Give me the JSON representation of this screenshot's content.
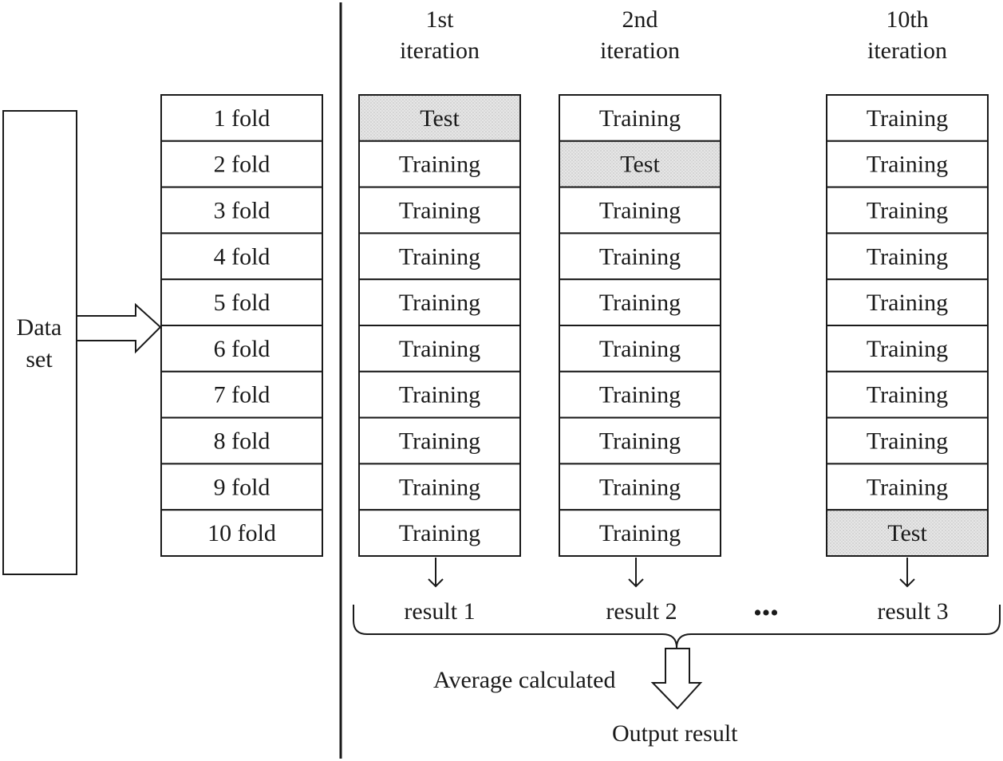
{
  "dataset": {
    "label_line1": "Data",
    "label_line2": "set"
  },
  "folds": [
    "1 fold",
    "2 fold",
    "3 fold",
    "4 fold",
    "5 fold",
    "6 fold",
    "7 fold",
    "8 fold",
    "9 fold",
    "10 fold"
  ],
  "iterations": [
    {
      "title_line1": "1st",
      "title_line2": "iteration",
      "cells": [
        "Test",
        "Training",
        "Training",
        "Training",
        "Training",
        "Training",
        "Training",
        "Training",
        "Training",
        "Training"
      ],
      "result": "result 1"
    },
    {
      "title_line1": "2nd",
      "title_line2": "iteration",
      "cells": [
        "Training",
        "Test",
        "Training",
        "Training",
        "Training",
        "Training",
        "Training",
        "Training",
        "Training",
        "Training"
      ],
      "result": "result 2"
    },
    {
      "title_line1": "10th",
      "title_line2": "iteration",
      "cells": [
        "Training",
        "Training",
        "Training",
        "Training",
        "Training",
        "Training",
        "Training",
        "Training",
        "Training",
        "Test"
      ],
      "result": "result 3"
    }
  ],
  "ellipsis": "•••",
  "average_label": "Average calculated",
  "output_label": "Output result",
  "colors": {
    "test_fill": "#e2e2e2",
    "line": "#1a1a1a",
    "background": "#ffffff"
  }
}
